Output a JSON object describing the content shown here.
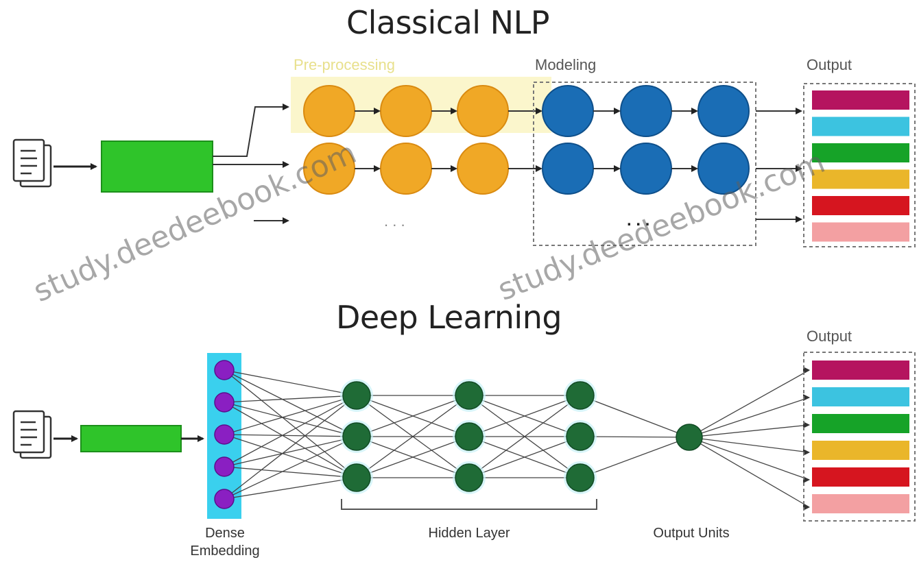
{
  "classical": {
    "title": "Classical NLP",
    "preprocessing_label": "Pre-processing",
    "modeling_label": "Modeling",
    "output_label": "Output",
    "ellipsis_pre": ". . .",
    "ellipsis_model": ". . .",
    "output_colors": [
      "#b5145f",
      "#3cc3e0",
      "#16a328",
      "#eab62a",
      "#d6151f",
      "#f3a0a2"
    ]
  },
  "deep": {
    "title": "Deep Learning",
    "output_label": "Output",
    "dense_label_1": "Dense",
    "dense_label_2": "Embedding",
    "hidden_label": "Hidden Layer",
    "output_units_label": "Output Units",
    "output_colors": [
      "#b5145f",
      "#3cc3e0",
      "#16a328",
      "#eab62a",
      "#d6151f",
      "#f3a0a2"
    ]
  },
  "watermark": "study.deedeebook.com",
  "colors": {
    "preprocessing_node": "#f0a826",
    "modeling_node": "#1a6db5",
    "hidden_node": "#1f6b36",
    "embedding_node": "#8a1fc2",
    "embedding_bg": "#3ad0ee",
    "green_box": "#2fc42a",
    "arrow": "#222222"
  }
}
